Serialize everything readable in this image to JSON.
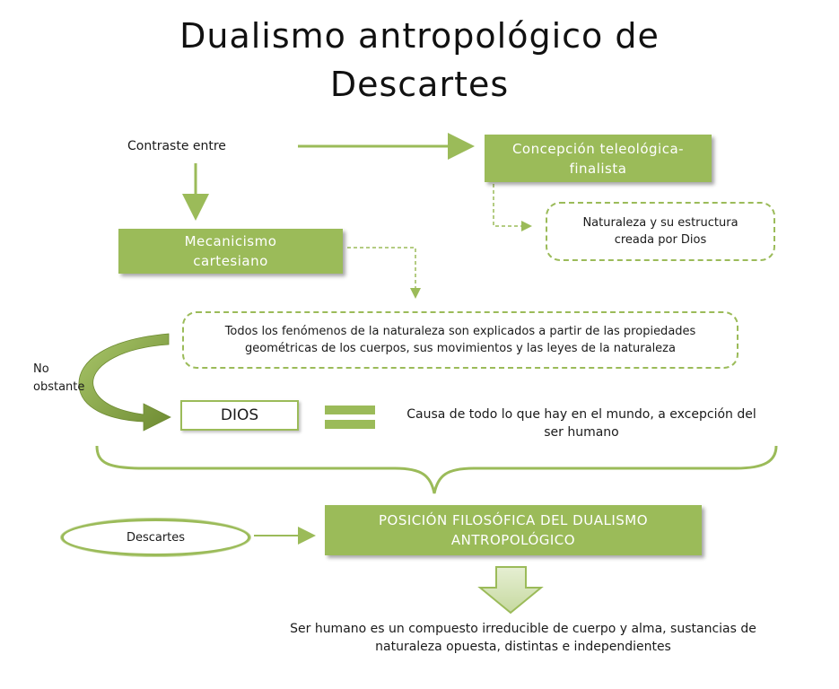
{
  "title": {
    "line1": "Dualismo antropológico de",
    "line2": "Descartes"
  },
  "nodes": {
    "contraste": "Contraste entre",
    "concepcion": "Concepción teleológica-finalista",
    "naturaleza_dios": "Naturaleza y su estructura creada por Dios",
    "mecanicismo": "Mecanicismo cartesiano",
    "fenomenos": "Todos los fenómenos de la naturaleza son explicados a partir de las propiedades geométricas de los cuerpos, sus movimientos y las leyes de la naturaleza",
    "no_obstante": "No obstante",
    "dios": "DIOS",
    "causa": "Causa de todo lo que hay en el mundo, a excepción del ser humano",
    "descartes": "Descartes",
    "posicion": "POSICIÓN FILOSÓFICA DEL DUALISMO ANTROPOLÓGICO",
    "ser_humano": "Ser humano es un compuesto irreducible de cuerpo y alma, sustancias de naturaleza opuesta, distintas e independientes"
  },
  "colors": {
    "accent": "#9bbb59",
    "accent_dark": "#76923c",
    "text": "#1a1a1a"
  }
}
